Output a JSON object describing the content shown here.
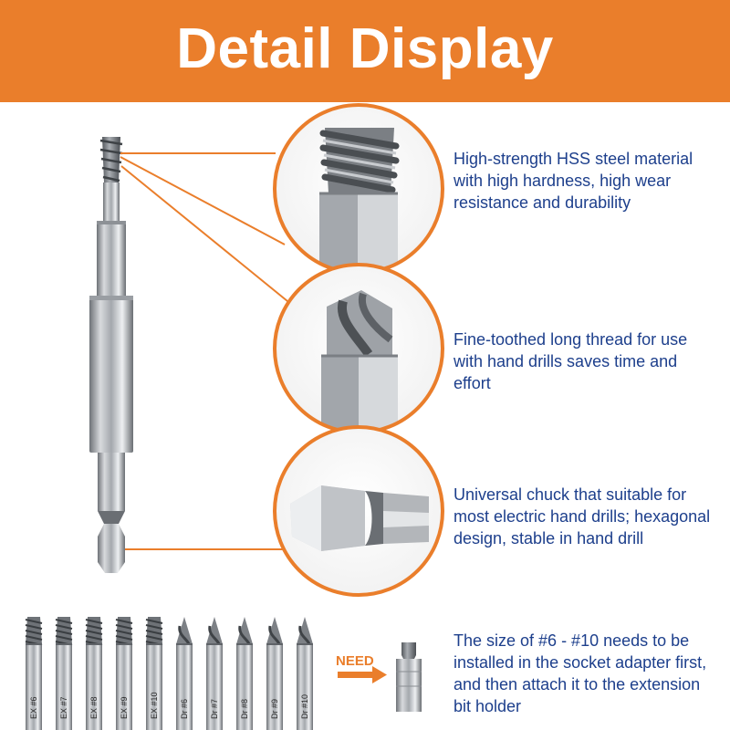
{
  "header": {
    "title": "Detail Display",
    "background_color": "#ea7e2b"
  },
  "features": [
    {
      "id": "material",
      "text": "High-strength HSS steel material with high hardness, high wear resistance and durability"
    },
    {
      "id": "thread",
      "text": "Fine-toothed long thread for use with hand drills saves time and effort"
    },
    {
      "id": "chuck",
      "text": "Universal chuck that suitable for most electric hand drills; hexagonal design, stable in hand drill"
    },
    {
      "id": "socket",
      "text": "The size of #6 - #10 needs to be installed in the socket adapter first, and then attach it to the extension bit holder"
    }
  ],
  "need_label": "NEED",
  "bits": [
    "EX #6",
    "EX #7",
    "EX #8",
    "EX #9",
    "EX #10",
    "Dr #6",
    "Dr #7",
    "Dr #8",
    "Dr #9",
    "Dr #10"
  ],
  "colors": {
    "accent": "#ea7e2b",
    "text": "#1d3f8c",
    "steel": "#b9bcc0"
  }
}
